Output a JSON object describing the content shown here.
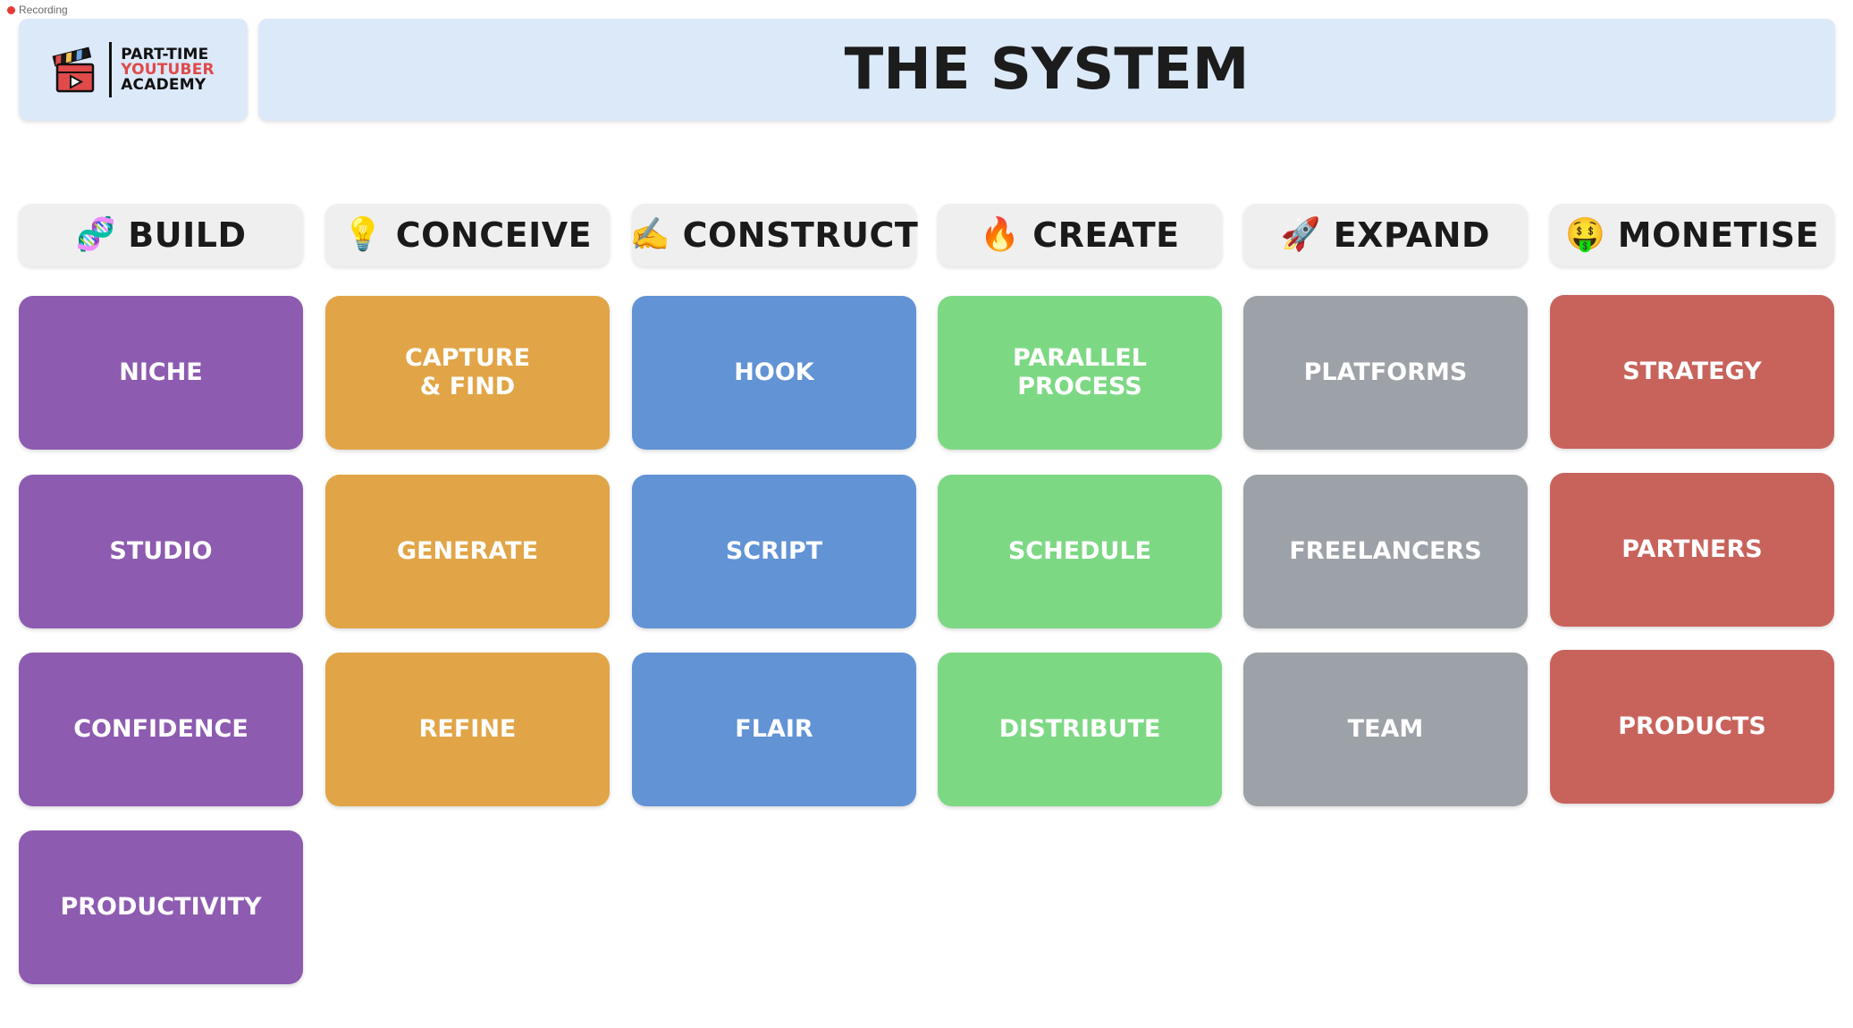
{
  "recording_label": "Recording",
  "logo": {
    "line1": "PART-TIME",
    "line2": "YOUTUBER",
    "line3": "ACADEMY",
    "icon": "clapperboard-icon",
    "accent_color": "#e04a4a"
  },
  "title": "THE SYSTEM",
  "columns": [
    {
      "key": "build",
      "emoji": "🧬",
      "icon": "dna-icon",
      "label": "BUILD",
      "color": "#8d5bb0",
      "items": [
        "NICHE",
        "STUDIO",
        "CONFIDENCE",
        "PRODUCTIVITY"
      ]
    },
    {
      "key": "conceive",
      "emoji": "💡",
      "icon": "lightbulb-icon",
      "label": "CONCEIVE",
      "color": "#e1a547",
      "items": [
        "CAPTURE\n& FIND",
        "GENERATE",
        "REFINE"
      ]
    },
    {
      "key": "construct",
      "emoji": "✍️",
      "icon": "writing-hand-icon",
      "label": "CONSTRUCT",
      "color": "#6193d5",
      "items": [
        "HOOK",
        "SCRIPT",
        "FLAIR"
      ]
    },
    {
      "key": "create",
      "emoji": "🔥",
      "icon": "fire-icon",
      "label": "CREATE",
      "color": "#7dd884",
      "items": [
        "PARALLEL\nPROCESS",
        "SCHEDULE",
        "DISTRIBUTE"
      ]
    },
    {
      "key": "expand",
      "emoji": "🚀",
      "icon": "rocket-icon",
      "label": "EXPAND",
      "color": "#9ca2a7",
      "items": [
        "PLATFORMS",
        "FREELANCERS",
        "TEAM"
      ]
    },
    {
      "key": "monetise",
      "emoji": "🤑",
      "icon": "money-mouth-face-icon",
      "label": "MONETISE",
      "color": "#c8635c",
      "items": [
        "STRATEGY",
        "PARTNERS",
        "PRODUCTS"
      ]
    }
  ]
}
